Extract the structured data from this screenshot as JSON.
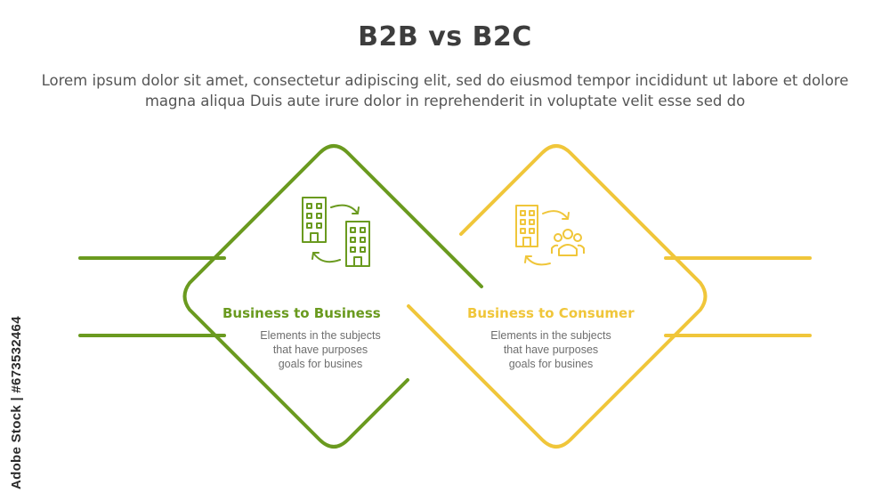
{
  "title": "B2B vs B2C",
  "subtitle": "Lorem ipsum dolor sit amet, consectetur adipiscing elit, sed do eiusmod tempor incididunt ut labore et dolore magna aliqua Duis aute irure dolor in reprehenderit in voluptate velit esse sed do",
  "colors": {
    "b2b": "#6a9a1f",
    "b2c": "#f0c63a",
    "title": "#3d3d3d",
    "text": "#555555"
  },
  "blocks": [
    {
      "id": "b2b",
      "title": "Business to Business",
      "description": "Elements in the subjects\nthat have purposes\ngoals for busines",
      "icon": "building-exchange-icon"
    },
    {
      "id": "b2c",
      "title": "Business to Consumer",
      "description": "Elements in the subjects\nthat have purposes\ngoals for busines",
      "icon": "building-consumers-icon"
    }
  ],
  "watermark": "Adobe Stock | #673532464"
}
